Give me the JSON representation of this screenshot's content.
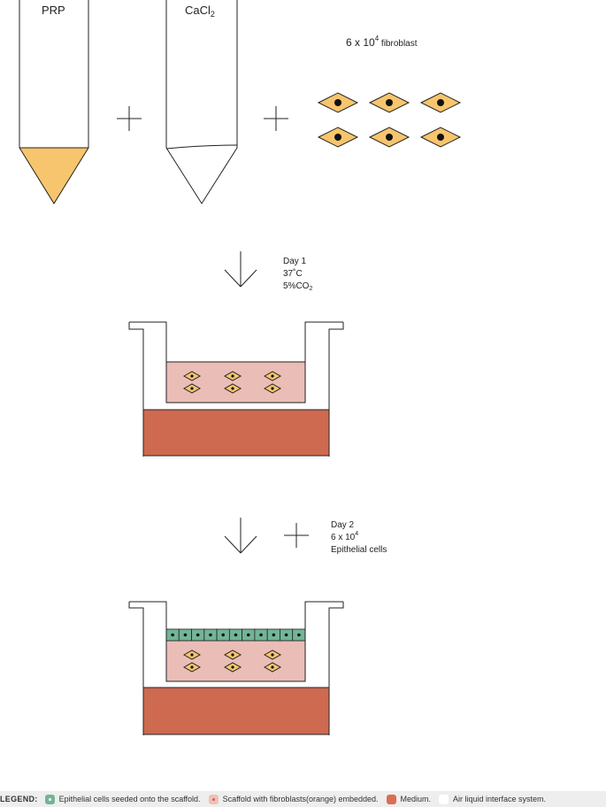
{
  "tubes": {
    "left_label": "PRP",
    "right_label_main": "CaCl",
    "right_label_sub": "2"
  },
  "fibroblast_label": {
    "prefix": "6 x 10",
    "exp": "4",
    "suffix": " fibroblast"
  },
  "plus_sign": "+",
  "step1": {
    "day": "Day 1",
    "temp": "37˚C",
    "co2_main": "5%CO",
    "co2_sub": "2"
  },
  "step2": {
    "day": "Day 2",
    "count_prefix": "6 x 10",
    "count_exp": "4",
    "cells": "Epithelial cells"
  },
  "legend": {
    "title": "LEGEND:",
    "items": [
      {
        "label": "Epithelial cells seeded onto the scaffold.",
        "color": "#72b596",
        "dot": "#ffffff"
      },
      {
        "label": "Scaffold with fibroblasts(orange) embedded.",
        "color": "#eec0b8",
        "dot": "#e0623e"
      },
      {
        "label": "Medium.",
        "color": "#d96e55",
        "dot": ""
      },
      {
        "label": "Air liquid interface system.",
        "color": "#ffffff",
        "dot": ""
      }
    ]
  },
  "colors": {
    "prp_fill": "#f7c56d",
    "cell_fill": "#f7c56d",
    "scaffold": "#ebbdb7",
    "medium": "#cd6a50",
    "epithelial": "#72b596",
    "outline": "#222222"
  }
}
